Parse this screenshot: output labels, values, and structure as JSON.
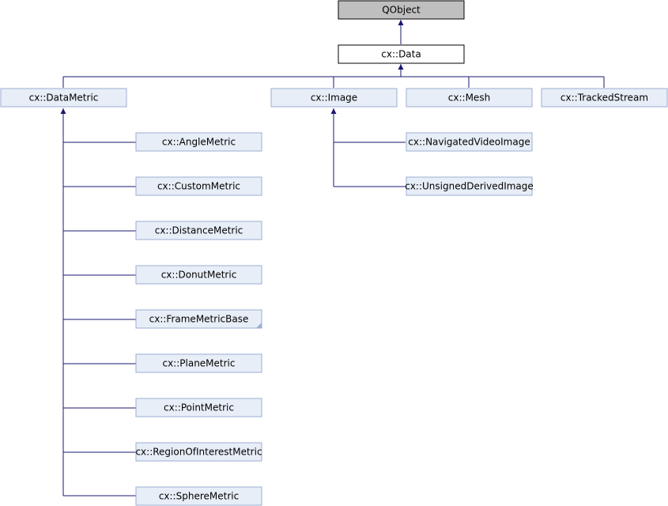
{
  "diagram": {
    "nodes": {
      "qobject": "QObject",
      "data": "cx::Data",
      "data_metric": "cx::DataMetric",
      "image": "cx::Image",
      "mesh": "cx::Mesh",
      "tracked_stream": "cx::TrackedStream",
      "angle_metric": "cx::AngleMetric",
      "custom_metric": "cx::CustomMetric",
      "distance_metric": "cx::DistanceMetric",
      "donut_metric": "cx::DonutMetric",
      "frame_metric_base": "cx::FrameMetricBase",
      "plane_metric": "cx::PlaneMetric",
      "point_metric": "cx::PointMetric",
      "region_of_interest_metric": "cx::RegionOfInterestMetric",
      "sphere_metric": "cx::SphereMetric",
      "navigated_video_image": "cx::NavigatedVideoImage",
      "unsigned_derived_image": "cx::UnsignedDerivedImage"
    },
    "colors": {
      "edge": "#191970",
      "box_fill": "#e8eef7",
      "box_border": "#9aaed3",
      "root_fill": "#bfbfbf",
      "root_border": "#000000",
      "focus_fill": "#ffffff",
      "focus_border": "#000000"
    }
  }
}
